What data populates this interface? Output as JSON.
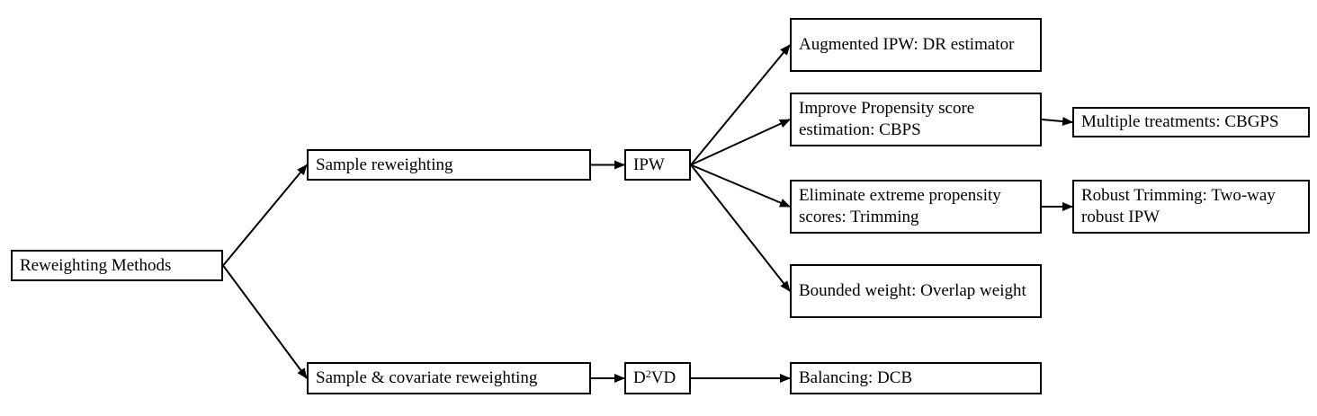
{
  "diagram": {
    "nodes": {
      "reweighting_methods": "Reweighting Methods",
      "sample_reweighting": "Sample reweighting",
      "sample_covariate_reweighting": "Sample & covariate reweighting",
      "ipw": "IPW",
      "d2vd_prefix": "D",
      "d2vd_sup": "2",
      "d2vd_suffix": "VD",
      "augmented_ipw": "Augmented IPW:  DR estimator",
      "improve_ps": "Improve Propensity score estimation: CBPS",
      "eliminate_extreme": "Eliminate extreme propensity scores: Trimming",
      "bounded_weight": "Bounded weight: Overlap weight",
      "balancing_dcb": "Balancing: DCB",
      "multiple_treatments": "Multiple treatments: CBGPS",
      "robust_trimming": "Robust Trimming: Two-way robust IPW"
    },
    "edges": [
      [
        "reweighting_methods",
        "sample_reweighting"
      ],
      [
        "reweighting_methods",
        "sample_covariate_reweighting"
      ],
      [
        "sample_reweighting",
        "ipw"
      ],
      [
        "sample_covariate_reweighting",
        "d2vd"
      ],
      [
        "ipw",
        "augmented_ipw"
      ],
      [
        "ipw",
        "improve_ps"
      ],
      [
        "ipw",
        "eliminate_extreme"
      ],
      [
        "ipw",
        "bounded_weight"
      ],
      [
        "d2vd",
        "balancing_dcb"
      ],
      [
        "improve_ps",
        "multiple_treatments"
      ],
      [
        "eliminate_extreme",
        "robust_trimming"
      ]
    ],
    "colors": {
      "stroke": "#000000",
      "background": "#ffffff"
    }
  }
}
